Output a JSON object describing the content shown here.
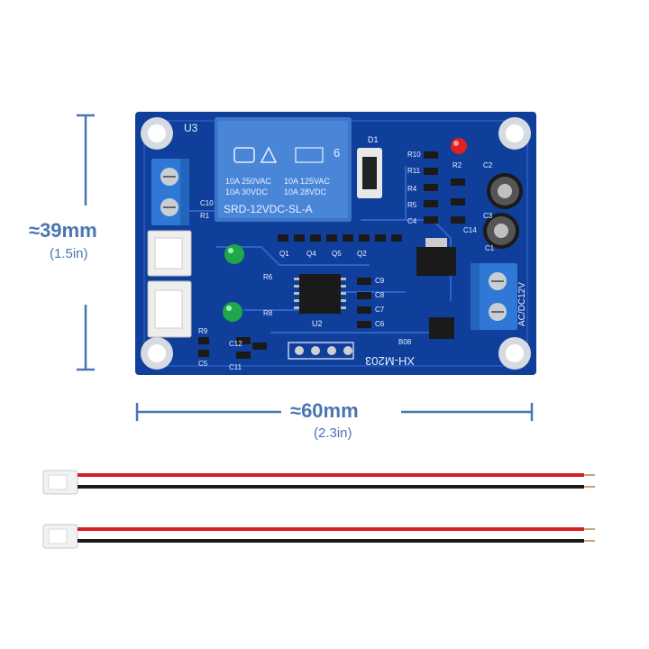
{
  "dimensions": {
    "height_label": "≈39mm",
    "height_inches": "(1.5in)",
    "width_label": "≈60mm",
    "width_inches": "(2.3in)",
    "line_color": "#4a74b4"
  },
  "board": {
    "model": "XH-M203",
    "pcb_color": "#0f3f9a",
    "relay": {
      "rating_1": "10A 250VAC",
      "rating_2": "10A 30VDC",
      "rating_3": "10A 125VAC",
      "rating_4": "10A 28VDC",
      "model": "SRD-12VDC-SL-A",
      "pin_mark": "6"
    },
    "labels": {
      "u3": "U3",
      "u2": "U2",
      "power": "AC/DC12V",
      "d1": "D1",
      "r10": "R10",
      "r11": "R11",
      "r4": "R4",
      "r5": "R5",
      "c4": "C4",
      "c2": "C2",
      "c3": "C3",
      "c1": "C1",
      "r2": "R2",
      "r6": "R6",
      "r8": "R8",
      "c9": "C9",
      "c8": "C8",
      "c7": "C7",
      "c6": "C6",
      "c5": "C5",
      "r1": "R1",
      "r9": "R9",
      "c10": "C10",
      "c11": "C11",
      "c12": "C12",
      "q1": "Q1",
      "q2": "Q2",
      "q4": "Q4",
      "q5": "Q5",
      "b08": "B08",
      "c14": "C14"
    }
  },
  "cables": {
    "count": 2,
    "red_wire": "#d42127",
    "black_wire": "#1a1a1a"
  }
}
